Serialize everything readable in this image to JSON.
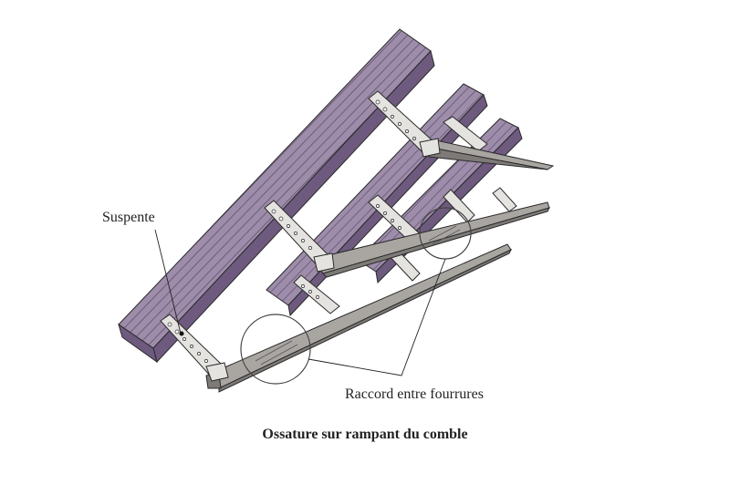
{
  "labels": {
    "hanger": "Suspente",
    "joint": "Raccord entre fourrures"
  },
  "caption": "Ossature sur rampant du comble",
  "colors": {
    "rafter_face": "#9d8caa",
    "rafter_side": "#6e5a7e",
    "channel": "#a9a6a2",
    "channel_dark": "#7d7a77",
    "hanger": "#e4e3e0",
    "outline": "#2a2a2a"
  }
}
